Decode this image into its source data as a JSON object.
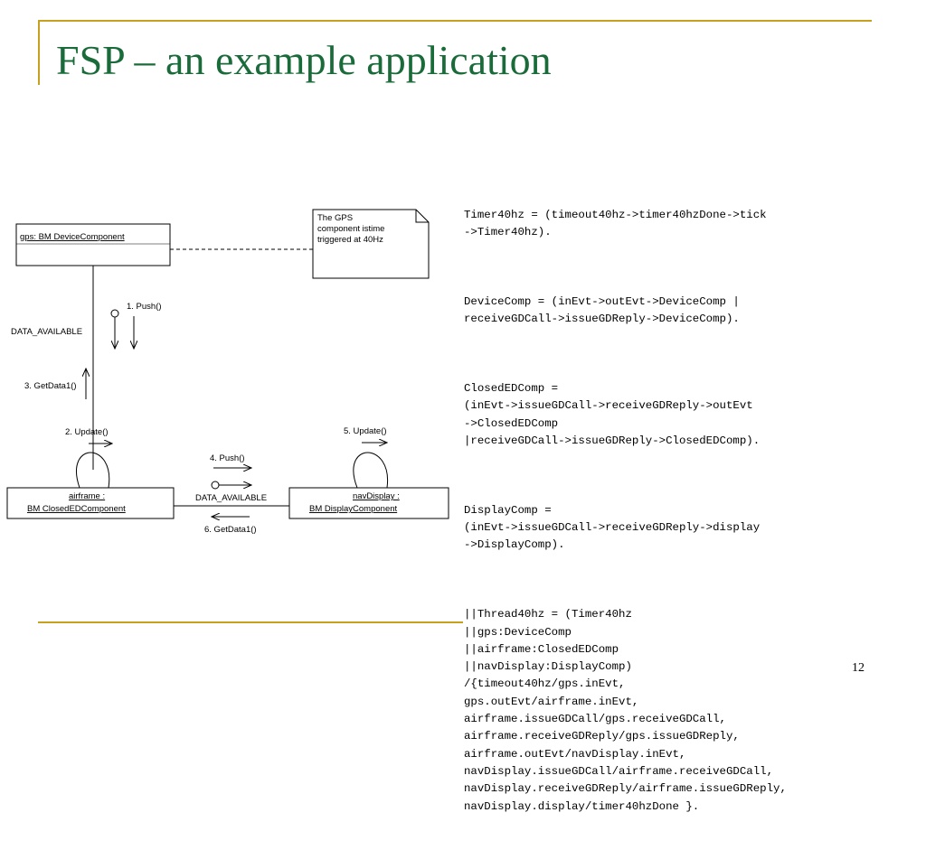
{
  "slide": {
    "title": "FSP – an example application",
    "page_number": "12",
    "accent_color": "#c8a020",
    "title_color": "#1a6b3a"
  },
  "diagram": {
    "gps_box": "gps: BM     DeviceComponent",
    "note": [
      "The GPS",
      "component istime",
      "triggered at 40Hz"
    ],
    "msg_push1": "1. Push()",
    "data_available_left": "DATA_AVAILABLE",
    "msg_getdata3": "3. GetData1()",
    "msg_update2": "2. Update()",
    "msg_update5": "5. Update()",
    "msg_push4": "4. Push()",
    "data_available_mid": "DATA_AVAILABLE",
    "msg_getdata6": "6. GetData1()",
    "airframe_box": [
      "airframe :",
      "BM     ClosedEDComponent"
    ],
    "navdisplay_box": [
      "navDisplay :",
      "BM     DisplayComponent"
    ]
  },
  "code": {
    "blocks": [
      "Timer40hz = (timeout40hz->timer40hzDone->tick\n->Timer40hz).",
      "DeviceComp = (inEvt->outEvt->DeviceComp |\nreceiveGDCall->issueGDReply->DeviceComp).",
      "ClosedEDComp =\n(inEvt->issueGDCall->receiveGDReply->outEvt\n->ClosedEDComp\n|receiveGDCall->issueGDReply->ClosedEDComp).",
      "DisplayComp =\n(inEvt->issueGDCall->receiveGDReply->display\n->DisplayComp).",
      "||Thread40hz = (Timer40hz\n||gps:DeviceComp\n||airframe:ClosedEDComp\n||navDisplay:DisplayComp)\n/{timeout40hz/gps.inEvt,\ngps.outEvt/airframe.inEvt,\nairframe.issueGDCall/gps.receiveGDCall,\nairframe.receiveGDReply/gps.issueGDReply,\nairframe.outEvt/navDisplay.inEvt,\nnavDisplay.issueGDCall/airframe.receiveGDCall,\nnavDisplay.receiveGDReply/airframe.issueGDReply,\nnavDisplay.display/timer40hzDone }."
    ]
  }
}
